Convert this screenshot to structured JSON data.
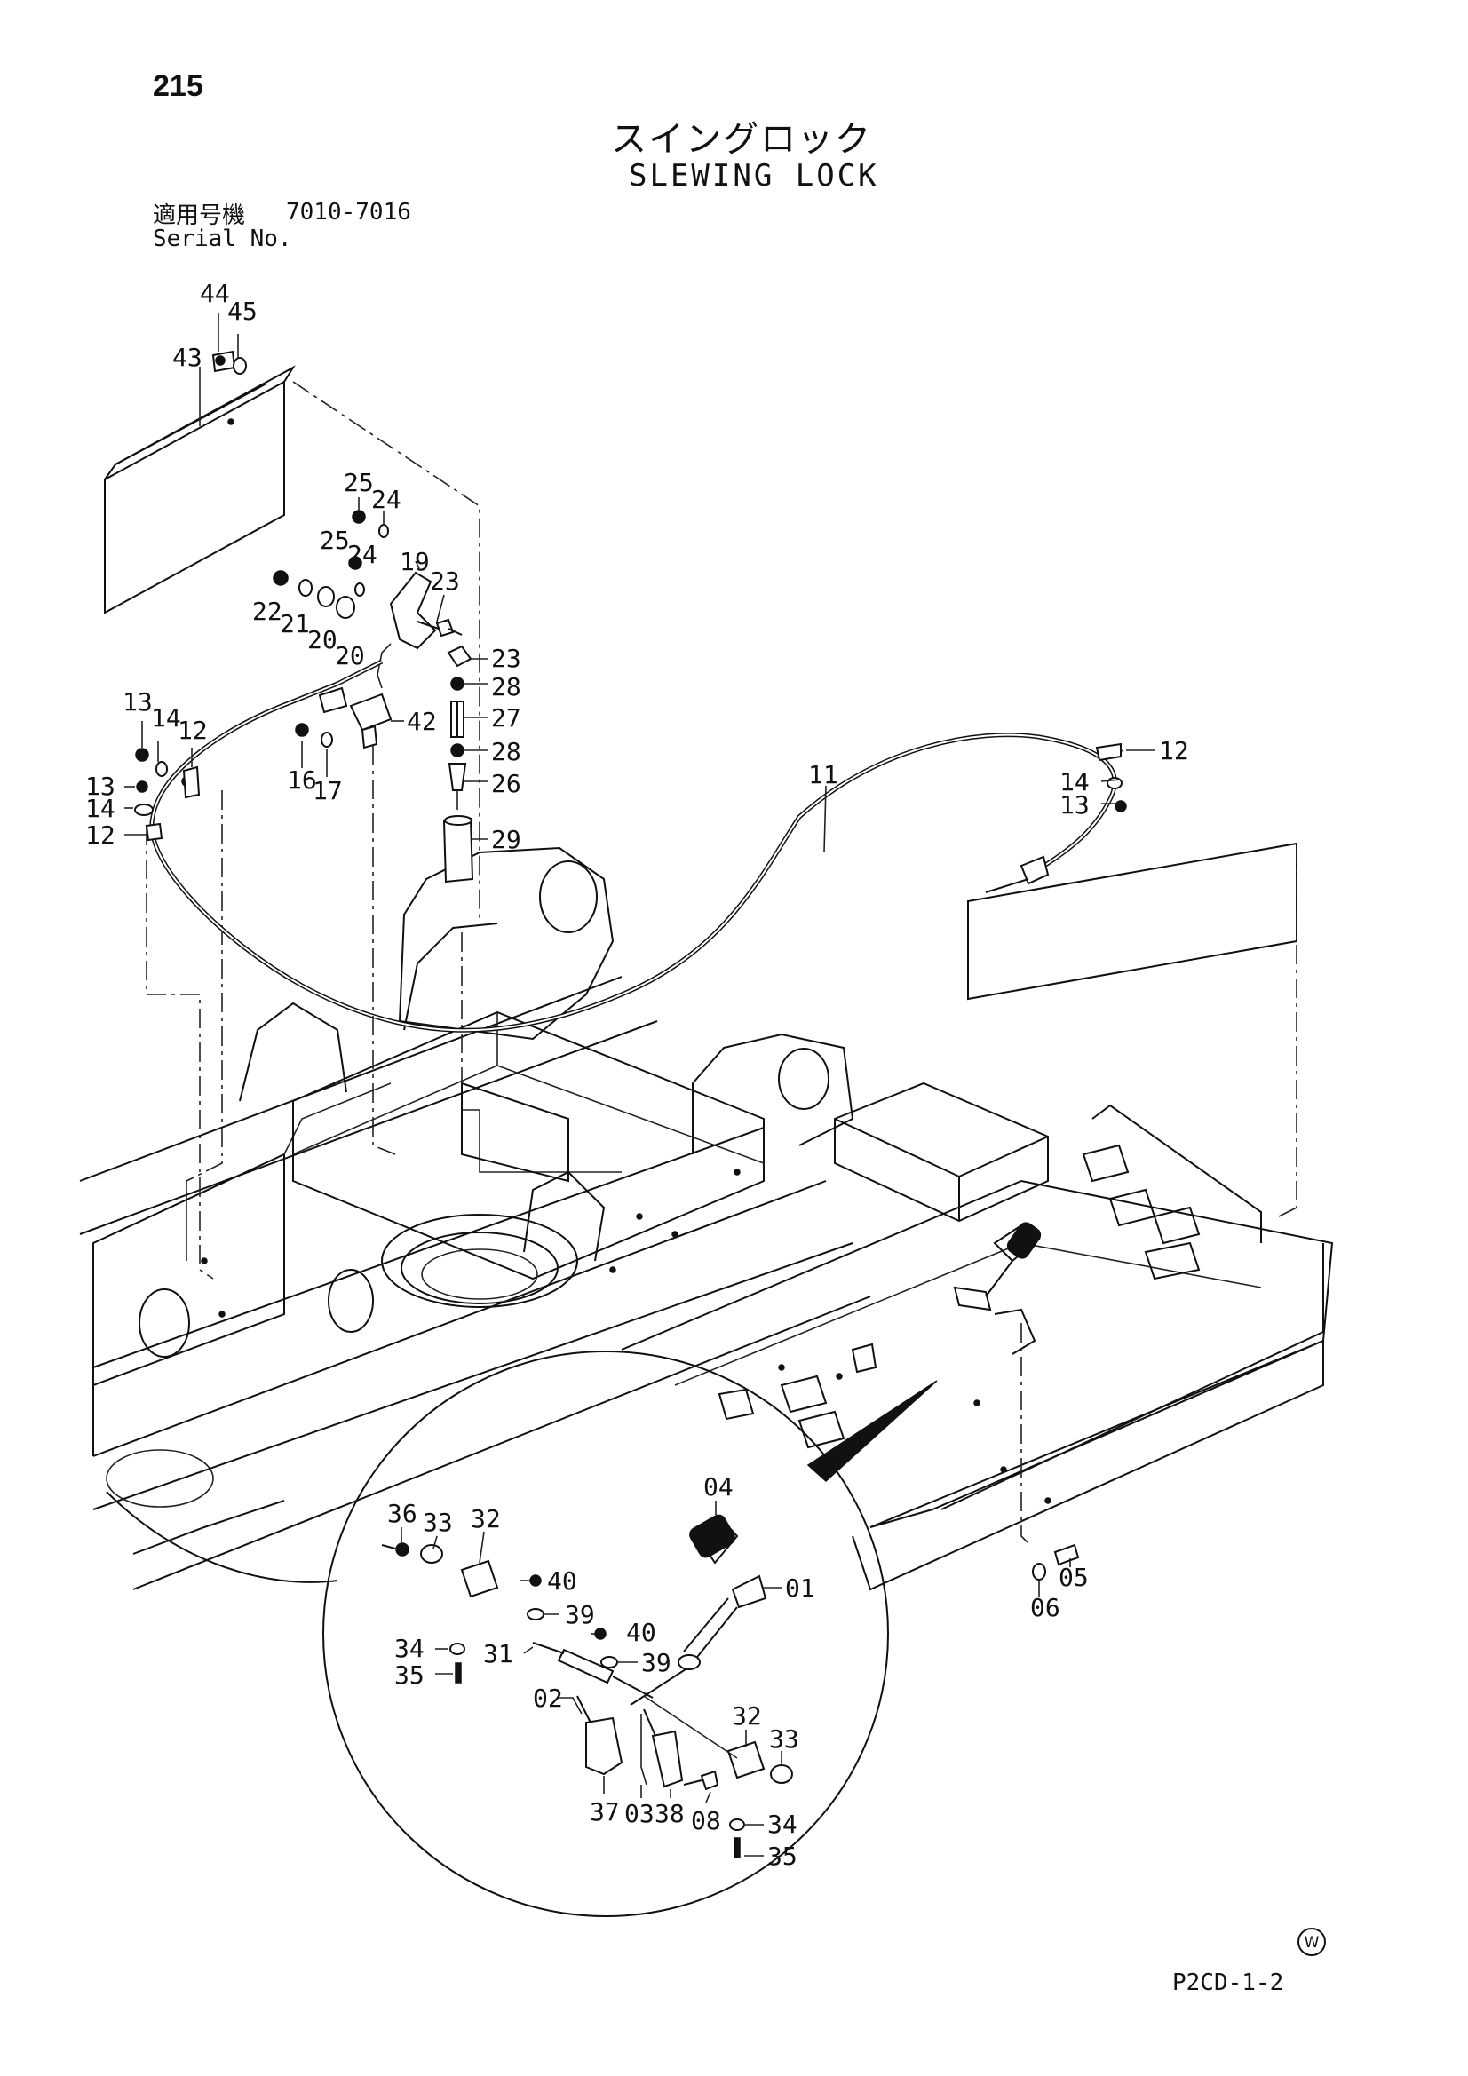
{
  "page": {
    "page_number": "215",
    "title_jp": "スイングロック",
    "title_en": "SLEWING LOCK",
    "serial_label_jp": "適用号機",
    "serial_range": "7010-7016",
    "serial_label_en": "Serial No.",
    "drawing_code": "P2CD-1-2",
    "watermark_symbol": "W"
  },
  "callouts": [
    {
      "id": "c44",
      "label": "44"
    },
    {
      "id": "c45",
      "label": "45"
    },
    {
      "id": "c43",
      "label": "43"
    },
    {
      "id": "c25a",
      "label": "25"
    },
    {
      "id": "c24a",
      "label": "24"
    },
    {
      "id": "c25b",
      "label": "25"
    },
    {
      "id": "c24b",
      "label": "24"
    },
    {
      "id": "c19",
      "label": "19"
    },
    {
      "id": "c23a",
      "label": "23"
    },
    {
      "id": "c22",
      "label": "22"
    },
    {
      "id": "c21",
      "label": "21"
    },
    {
      "id": "c20a",
      "label": "20"
    },
    {
      "id": "c20b",
      "label": "20"
    },
    {
      "id": "c23b",
      "label": "23"
    },
    {
      "id": "c28a",
      "label": "28"
    },
    {
      "id": "c27",
      "label": "27"
    },
    {
      "id": "c28b",
      "label": "28"
    },
    {
      "id": "c26",
      "label": "26"
    },
    {
      "id": "c29",
      "label": "29"
    },
    {
      "id": "c42",
      "label": "42"
    },
    {
      "id": "c13a",
      "label": "13"
    },
    {
      "id": "c14a",
      "label": "14"
    },
    {
      "id": "c12a",
      "label": "12"
    },
    {
      "id": "c16",
      "label": "16"
    },
    {
      "id": "c17",
      "label": "17"
    },
    {
      "id": "c13b",
      "label": "13"
    },
    {
      "id": "c14b",
      "label": "14"
    },
    {
      "id": "c12b",
      "label": "12"
    },
    {
      "id": "c11",
      "label": "11"
    },
    {
      "id": "c12c",
      "label": "12"
    },
    {
      "id": "c14c",
      "label": "14"
    },
    {
      "id": "c13c",
      "label": "13"
    },
    {
      "id": "c06",
      "label": "06"
    },
    {
      "id": "c05",
      "label": "05"
    },
    {
      "id": "c04",
      "label": "04"
    },
    {
      "id": "c01",
      "label": "01"
    },
    {
      "id": "c36",
      "label": "36"
    },
    {
      "id": "c33a",
      "label": "33"
    },
    {
      "id": "c32a",
      "label": "32"
    },
    {
      "id": "c40a",
      "label": "40"
    },
    {
      "id": "c39a",
      "label": "39"
    },
    {
      "id": "c40b",
      "label": "40"
    },
    {
      "id": "c34a",
      "label": "34"
    },
    {
      "id": "c31",
      "label": "31"
    },
    {
      "id": "c39b",
      "label": "39"
    },
    {
      "id": "c35a",
      "label": "35"
    },
    {
      "id": "c02",
      "label": "02"
    },
    {
      "id": "c32b",
      "label": "32"
    },
    {
      "id": "c33b",
      "label": "33"
    },
    {
      "id": "c37",
      "label": "37"
    },
    {
      "id": "c03",
      "label": "03"
    },
    {
      "id": "c38",
      "label": "38"
    },
    {
      "id": "c08",
      "label": "08"
    },
    {
      "id": "c34b",
      "label": "34"
    },
    {
      "id": "c35b",
      "label": "35"
    }
  ]
}
